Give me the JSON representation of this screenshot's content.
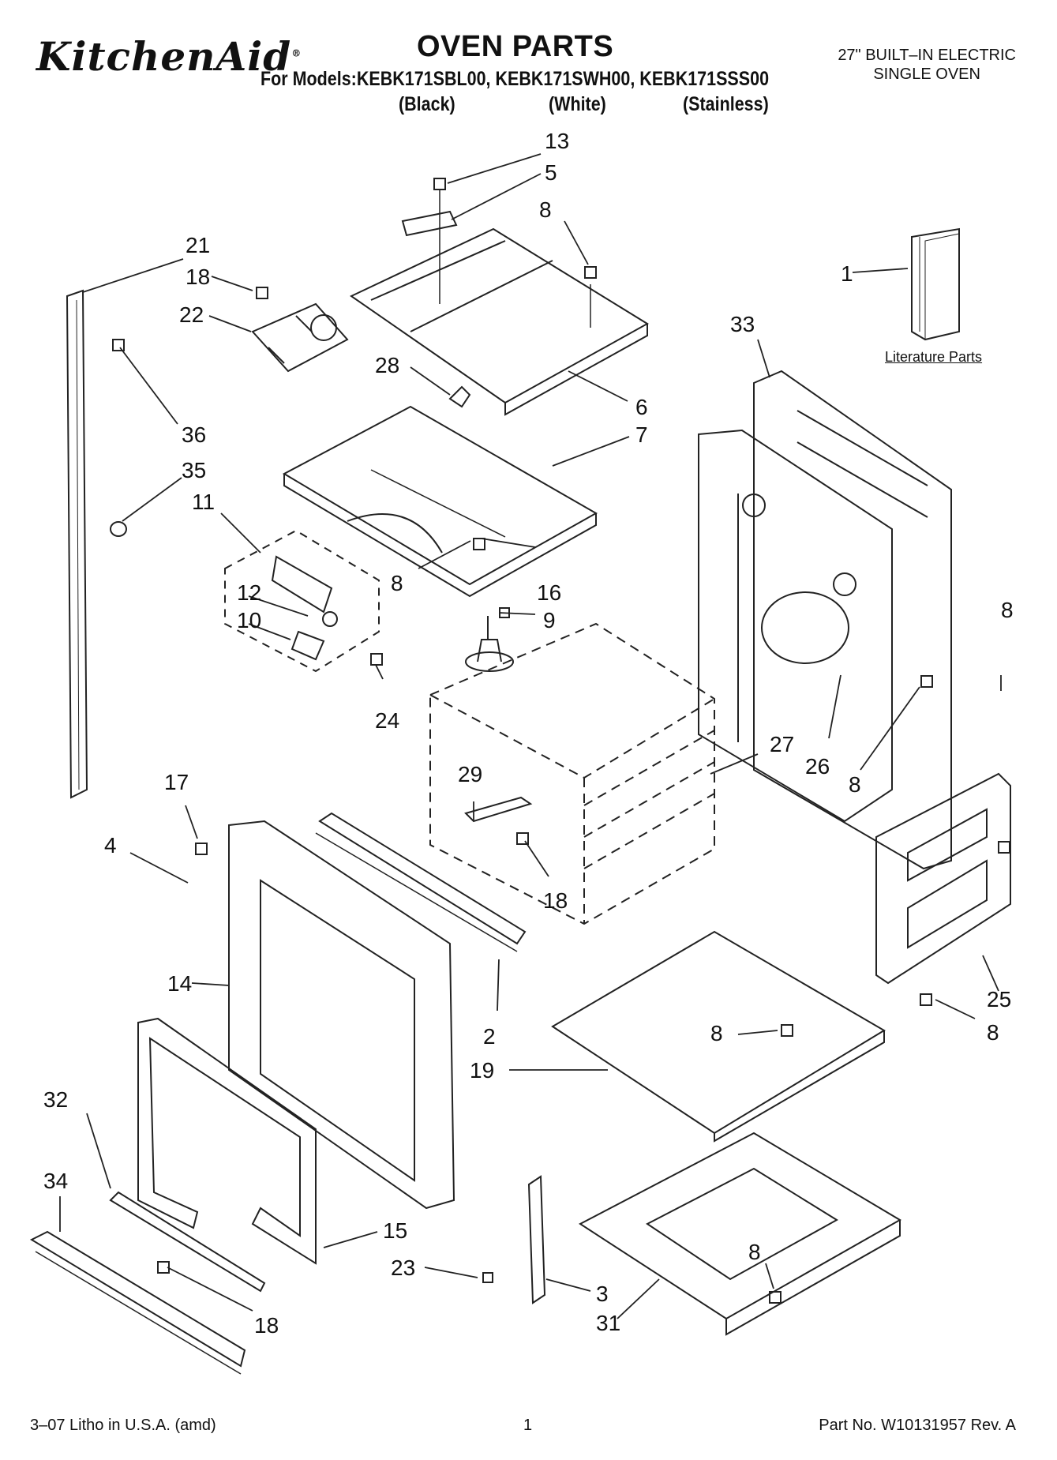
{
  "header": {
    "brand": "KitchenAid",
    "brand_mark": "®",
    "title": "OVEN PARTS",
    "models_line": "For Models:KEBK171SBL00, KEBK171SWH00, KEBK171SSS00",
    "colors": [
      "(Black)",
      "(White)",
      "(Stainless)"
    ],
    "description_line1": "27\" BUILT–IN ELECTRIC",
    "description_line2": "SINGLE OVEN"
  },
  "literature_label": "Literature Parts",
  "callouts": [
    "13",
    "5",
    "8",
    "21",
    "18",
    "22",
    "1",
    "33",
    "28",
    "6",
    "7",
    "36",
    "35",
    "11",
    "12",
    "10",
    "8",
    "16",
    "9",
    "24",
    "8",
    "27",
    "26",
    "8",
    "17",
    "29",
    "4",
    "18",
    "14",
    "2",
    "25",
    "8",
    "8",
    "19",
    "32",
    "34",
    "15",
    "23",
    "8",
    "3",
    "31",
    "18"
  ],
  "footer": {
    "litho": "3–07 Litho in U.S.A. (amd)",
    "page_number": "1",
    "part_number": "Part No. W10131957 Rev. A"
  }
}
